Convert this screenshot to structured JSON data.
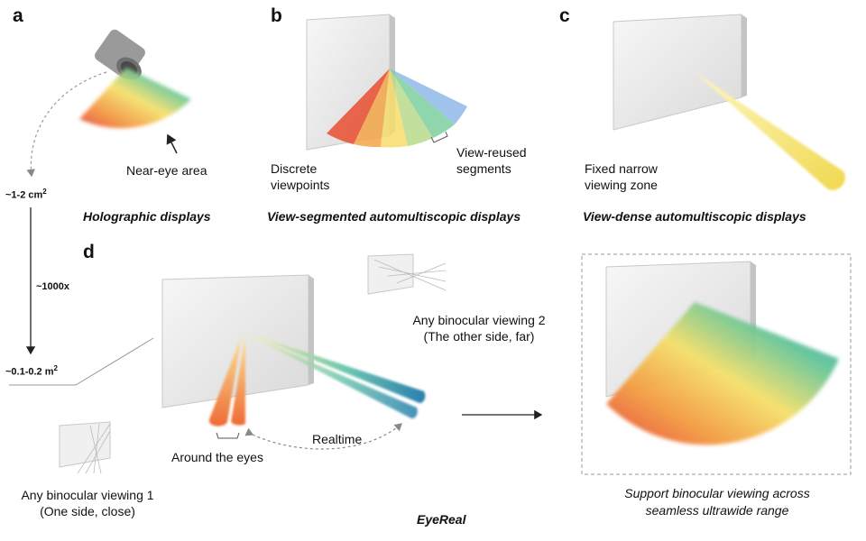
{
  "panels": {
    "a": {
      "letter": "a",
      "caption": "Holographic displays",
      "note": "Near-eye area"
    },
    "b": {
      "letter": "b",
      "caption": "View-segmented automultiscopic displays",
      "note_left": [
        "Discrete",
        "viewpoints"
      ],
      "note_right": [
        "View-reused",
        "segments"
      ]
    },
    "c": {
      "letter": "c",
      "caption": "View-dense automultiscopic displays",
      "note": [
        "Fixed narrow",
        "viewing zone"
      ]
    },
    "d": {
      "letter": "d",
      "caption": "EyeReal",
      "viewing1": [
        "Any binocular viewing 1",
        "(One side, close)"
      ],
      "viewing2": [
        "Any binocular viewing 2",
        "(The other side, far)"
      ],
      "around_eyes": "Around the eyes",
      "realtime": "Realtime"
    }
  },
  "scale": {
    "top_value": "~1-2 cm",
    "top_exp": "2",
    "factor": "~1000x",
    "bottom_value": "~0.1-0.2 m",
    "bottom_exp": "2"
  },
  "result": [
    "Support binocular viewing across",
    "seamless ultrawide range"
  ],
  "colors": {
    "red": "#e8453a",
    "orange": "#f39a40",
    "yellow": "#f5d85a",
    "green": "#4fbf8c",
    "teal": "#2d8fb3",
    "blue": "#7aaee6",
    "screen": "#ececec"
  }
}
